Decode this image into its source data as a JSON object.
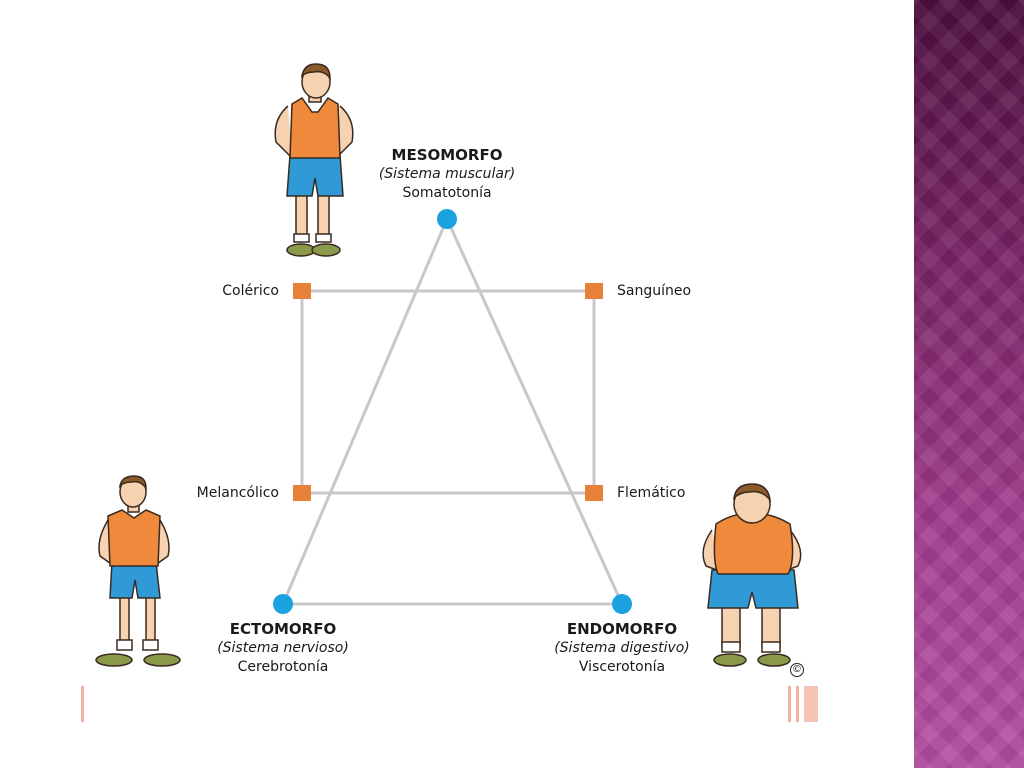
{
  "somatotypes": {
    "meso": {
      "title": "MESOMORFO",
      "system": "(Sistema muscular)",
      "trait": "Somatotonía"
    },
    "ecto": {
      "title": "ECTOMORFO",
      "system": "(Sistema nervioso)",
      "trait": "Cerebrotonía"
    },
    "endo": {
      "title": "ENDOMORFO",
      "system": "(Sistema digestivo)",
      "trait": "Viscerotonía"
    }
  },
  "temperaments": {
    "colerico": "Colérico",
    "sanguineo": "Sanguíneo",
    "melancolico": "Melancólico",
    "flematico": "Flemático"
  },
  "copyright": "©",
  "colors": {
    "line": "#c8c8c8",
    "node_circle": "#1aa3e0",
    "node_square": "#e8813a",
    "shirt": "#ef8a3c",
    "shorts": "#2f9ad6",
    "skin": "#f6d2b0",
    "hair": "#8a5a2b",
    "panel_top": "#4d0f3e",
    "panel_bottom": "#b44ea2"
  }
}
